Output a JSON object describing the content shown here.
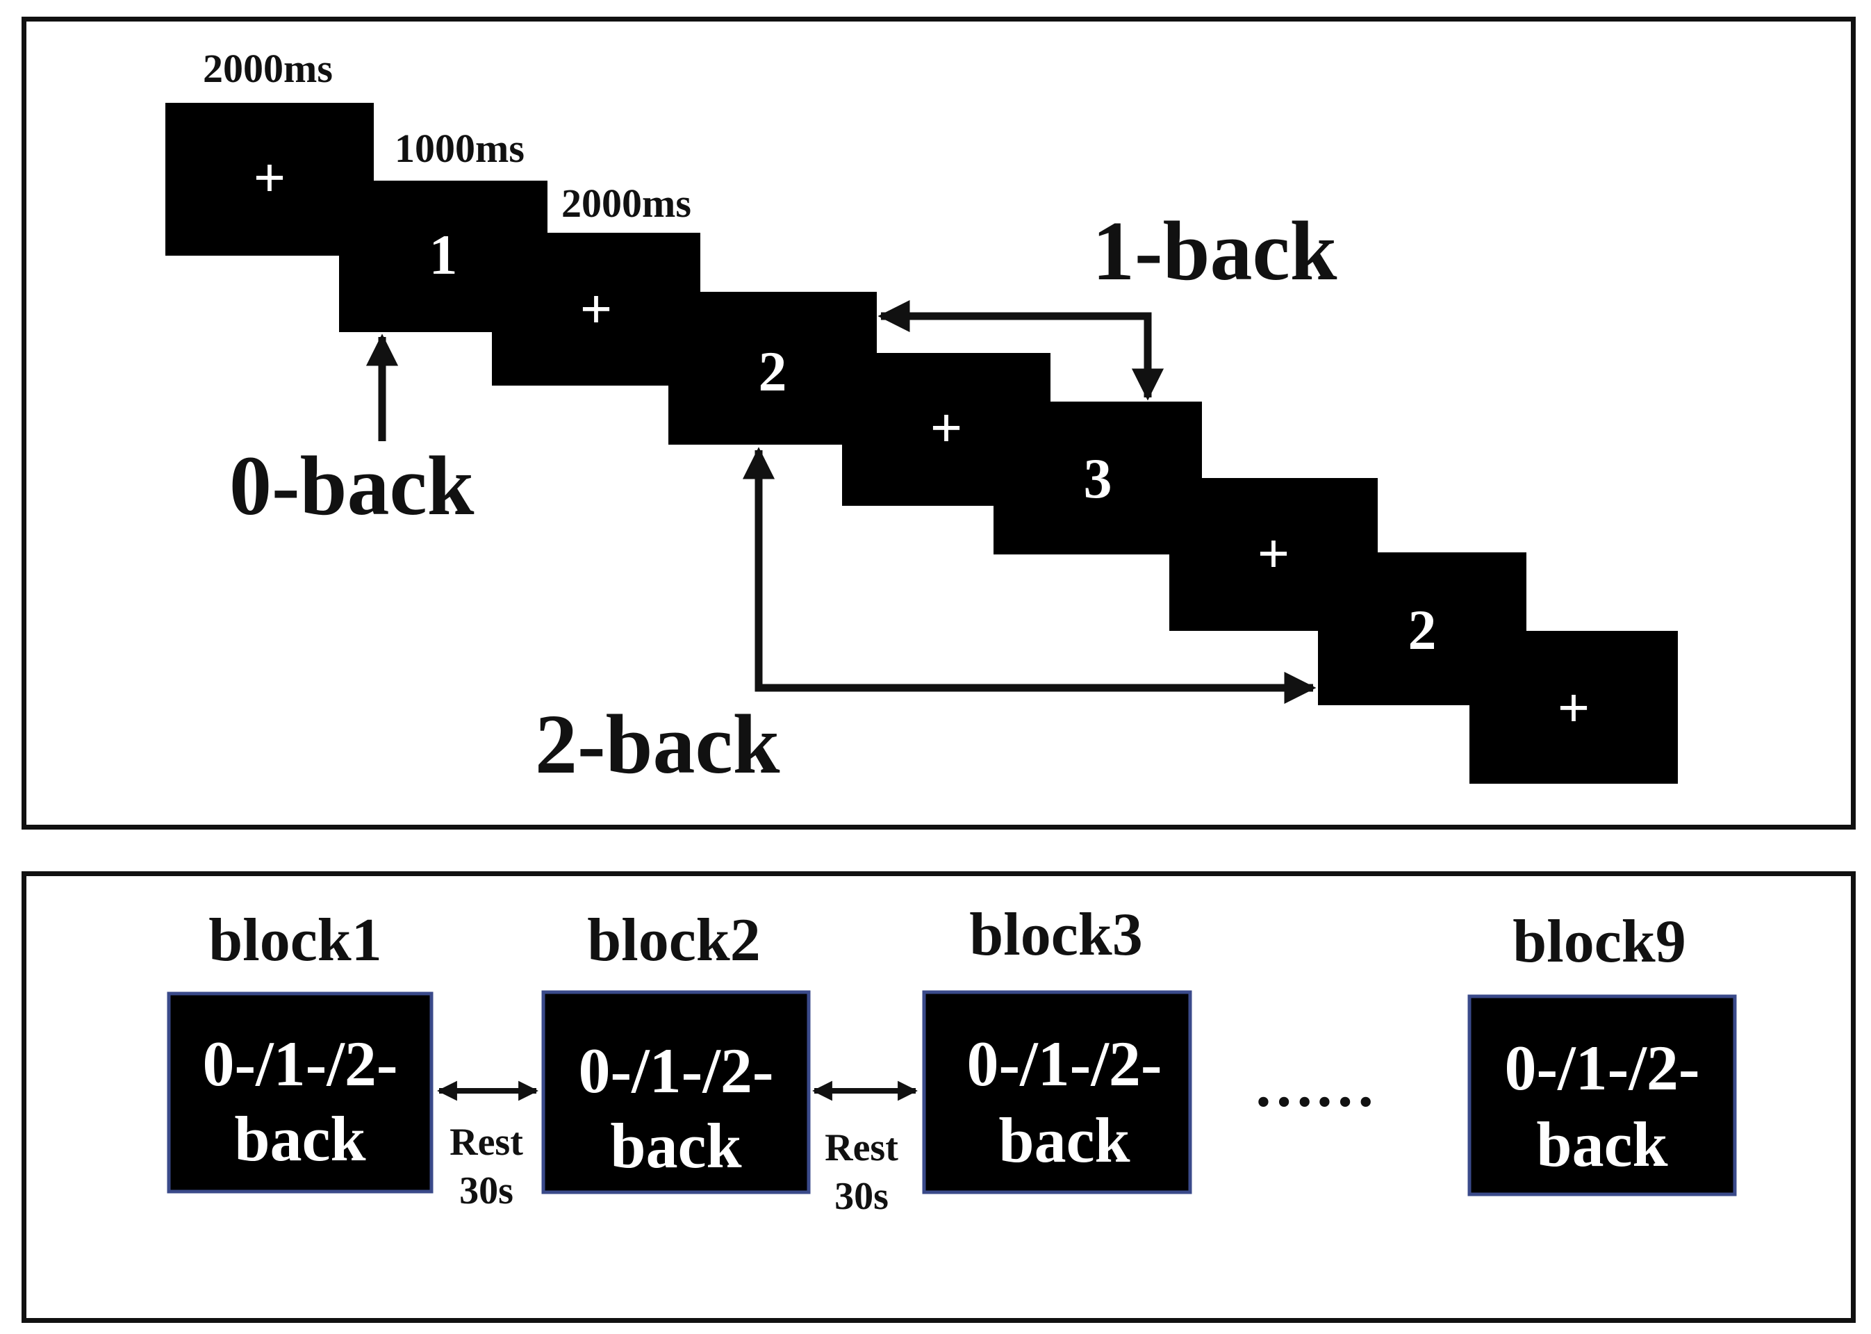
{
  "timeline": {
    "durations": [
      "2000ms",
      "1000ms",
      "2000ms"
    ],
    "stimuli": [
      "+",
      "1",
      "+",
      "2",
      "+",
      "3",
      "+",
      "2",
      "+"
    ],
    "labels": {
      "zero_back": "0-back",
      "one_back": "1-back",
      "two_back": "2-back"
    }
  },
  "blocks": {
    "items": [
      {
        "title": "block1",
        "line1": "0-/1-/2-",
        "line2": "back"
      },
      {
        "title": "block2",
        "line1": "0-/1-/2-",
        "line2": "back"
      },
      {
        "title": "block3",
        "line1": "0-/1-/2-",
        "line2": "back"
      },
      {
        "title": "block9",
        "line1": "0-/1-/2-",
        "line2": "back"
      }
    ],
    "rests": [
      {
        "line1": "Rest",
        "line2": "30s"
      },
      {
        "line1": "Rest",
        "line2": "30s"
      }
    ],
    "ellipsis": "……"
  },
  "colors": {
    "stimulus_fill": "#000000",
    "block_border": "#3a4a8a",
    "ink": "#111111"
  }
}
